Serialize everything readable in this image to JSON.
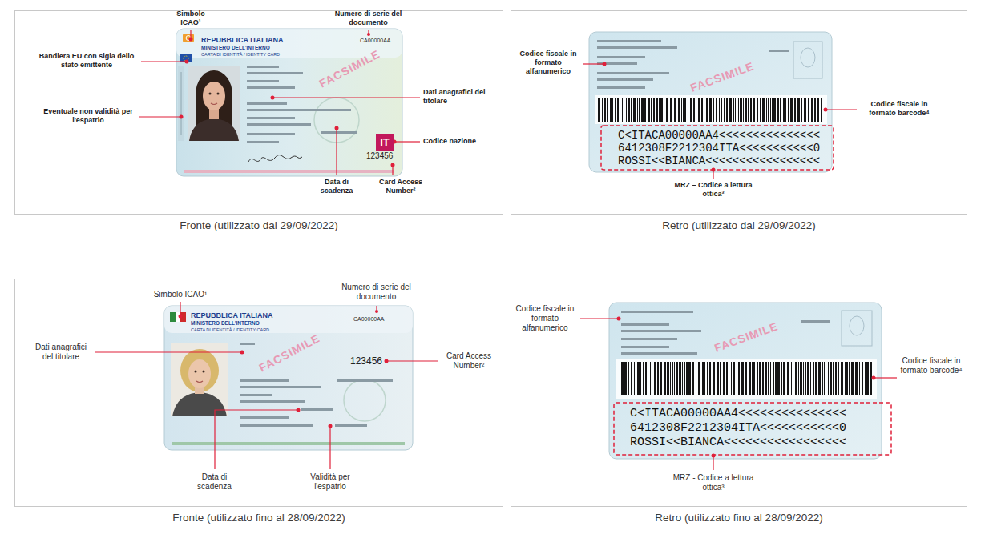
{
  "diagram": {
    "nodes": [
      {
        "text": [
          "Fronte (utilizzato dal 29/09/2022)"
        ]
      },
      {
        "text": [
          "REPUBBLICA ITALIANA",
          "MINISTERO DELL'INTERNO",
          "CARTA DI IDENTITÀ / IDENTITY CARD",
          "CA00000AA",
          "IT",
          "123456",
          "FACSIMILE"
        ],
        "in": 0
      },
      {
        "text": [
          "Retro (utilizzato dal 29/09/2022)"
        ]
      },
      {
        "text": [
          "FACSIMILE",
          "C<ITACA00000AA4<<<<<<<<<<<<<<<",
          "6412308F2212304ITA<<<<<<<<<<<0",
          "ROSSI<<BIANCA<<<<<<<<<<<<<<<<<"
        ],
        "in": 2
      },
      {
        "text": [
          "Fronte (utilizzato fino al 28/09/2022)"
        ]
      },
      {
        "text": [
          "REPUBBLICA ITALIANA",
          "MINISTERO DELL'INTERNO",
          "CARTA DI IDENTITÀ / IDENTITY CARD",
          "CA00000AA",
          "123456",
          "FACSIMILE"
        ],
        "in": 4
      },
      {
        "text": [
          "Retro (utilizzato fino al 28/09/2022)"
        ]
      },
      {
        "text": [
          "FACSIMILE",
          "C<ITACA00000AA4<<<<<<<<<<<<<<<",
          "6412308F2212304ITA<<<<<<<<<<<0",
          "ROSSI<<BIANCA<<<<<<<<<<<<<<<<<"
        ],
        "in": 6
      }
    ],
    "labels": [
      "Simbolo ICAO¹",
      "Numero di serie del documento",
      "Bandiera EU con sigla dello stato emittente",
      "Eventuale non validità per l'espatrio",
      "Dati anagrafici del titolare",
      "Codice nazione",
      "Data di scadenza",
      "Card Access Number²",
      "Codice fiscale in formato alfanumerico",
      "Codice fiscale in formato barcode⁴",
      "MRZ – Codice a lettura ottica³",
      "Simbolo ICAO¹",
      "Numero di serie del documento",
      "Dati anagrafici del titolare",
      "Card Access Number²",
      "Data di scadenza",
      "Validità per l'espatrio",
      "Codice fiscale in formato alfanumerico",
      "Codice fiscale in formato barcode⁴",
      "MRZ - Codice a lettura ottica³"
    ]
  }
}
